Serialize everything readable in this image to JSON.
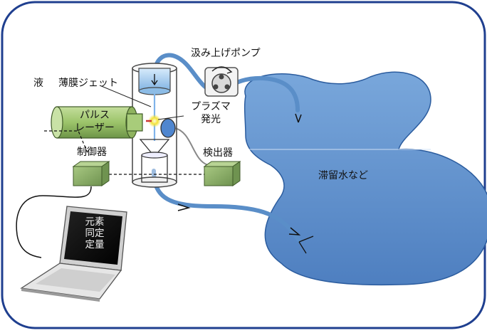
{
  "labels": {
    "pump": "汲み上げポンプ",
    "liquid": "液",
    "jet": "薄膜ジェット",
    "plasma_line1": "プラズマ",
    "plasma_line2": "発光",
    "laser_line1": "パルス",
    "laser_line2": "レーザー",
    "controller": "制御器",
    "detector": "検出器",
    "water": "滞留水など",
    "screen_line1": "元素",
    "screen_line2": "同定",
    "screen_line3": "定量"
  },
  "colors": {
    "frame": "#1f3f8f",
    "water_fill": "#5f8fcf",
    "tube": "#5a8ec8",
    "box_green": "#8fb06a",
    "laser_green": "#9ec46f"
  },
  "icons": [
    "pump-icon",
    "laptop-icon",
    "chamber-icon"
  ]
}
